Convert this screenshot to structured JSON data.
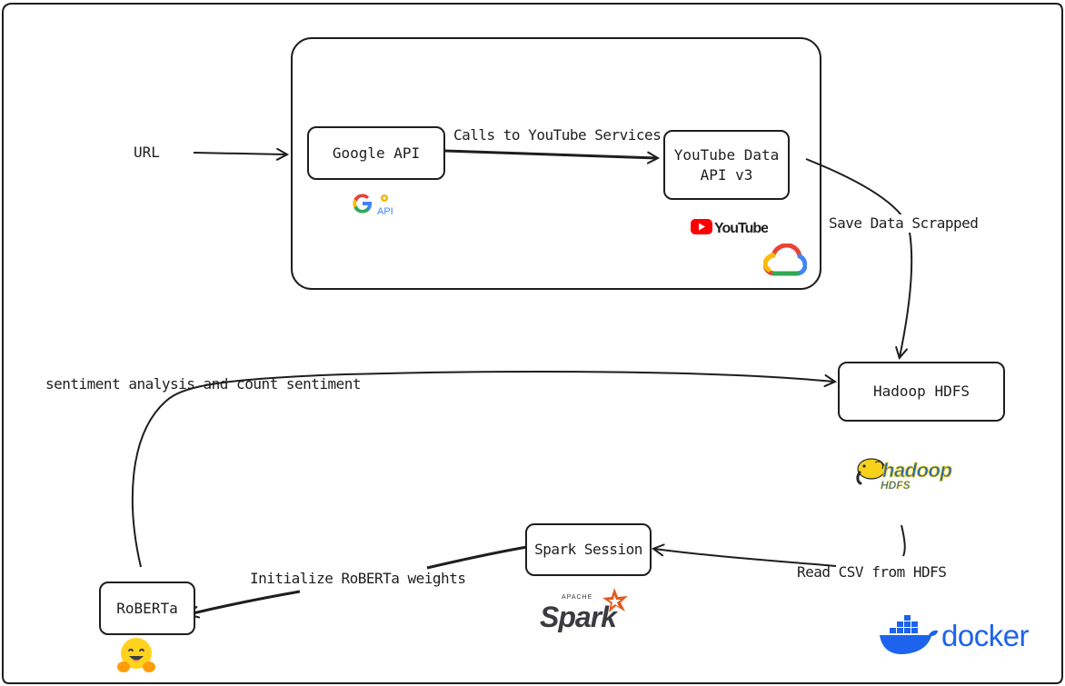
{
  "nodes": {
    "google_api": "Google API",
    "youtube_data_api": "YouTube Data\nAPI v3",
    "hadoop_hdfs": "Hadoop HDFS",
    "spark_session": "Spark Session",
    "roberta": "RoBERTa"
  },
  "edges": {
    "url": "URL",
    "calls_youtube": "Calls to YouTube Services",
    "save_data": "Save Data Scrapped",
    "sentiment": "sentiment analysis and count sentiment",
    "read_csv": "Read CSV from HDFS",
    "init_weights": "Initialize RoBERTa weights"
  },
  "logos": {
    "google_api_logo": "API",
    "youtube_logo": "YouTube",
    "hadoop_logo": "hadoop",
    "hadoop_logo_sub": "HDFS",
    "spark_logo_top": "APACHE",
    "spark_logo": "Spark",
    "docker_logo": "docker"
  },
  "colors": {
    "stroke": "#1e1e1e",
    "google_blue": "#4285F4",
    "google_red": "#EA4335",
    "google_yellow": "#FBBC05",
    "google_green": "#34A853",
    "youtube_red": "#FF0000",
    "hadoop_yellow": "#F8D21A",
    "hadoop_blue": "#2A6CB4",
    "spark_orange": "#E25A1C",
    "docker_blue": "#1D63ED",
    "hugging_yellow": "#FFD21E"
  },
  "icons": [
    "google-api-icon",
    "youtube-icon",
    "google-cloud-icon",
    "hadoop-elephant-icon",
    "spark-star-icon",
    "docker-whale-icon",
    "hugging-face-icon"
  ]
}
